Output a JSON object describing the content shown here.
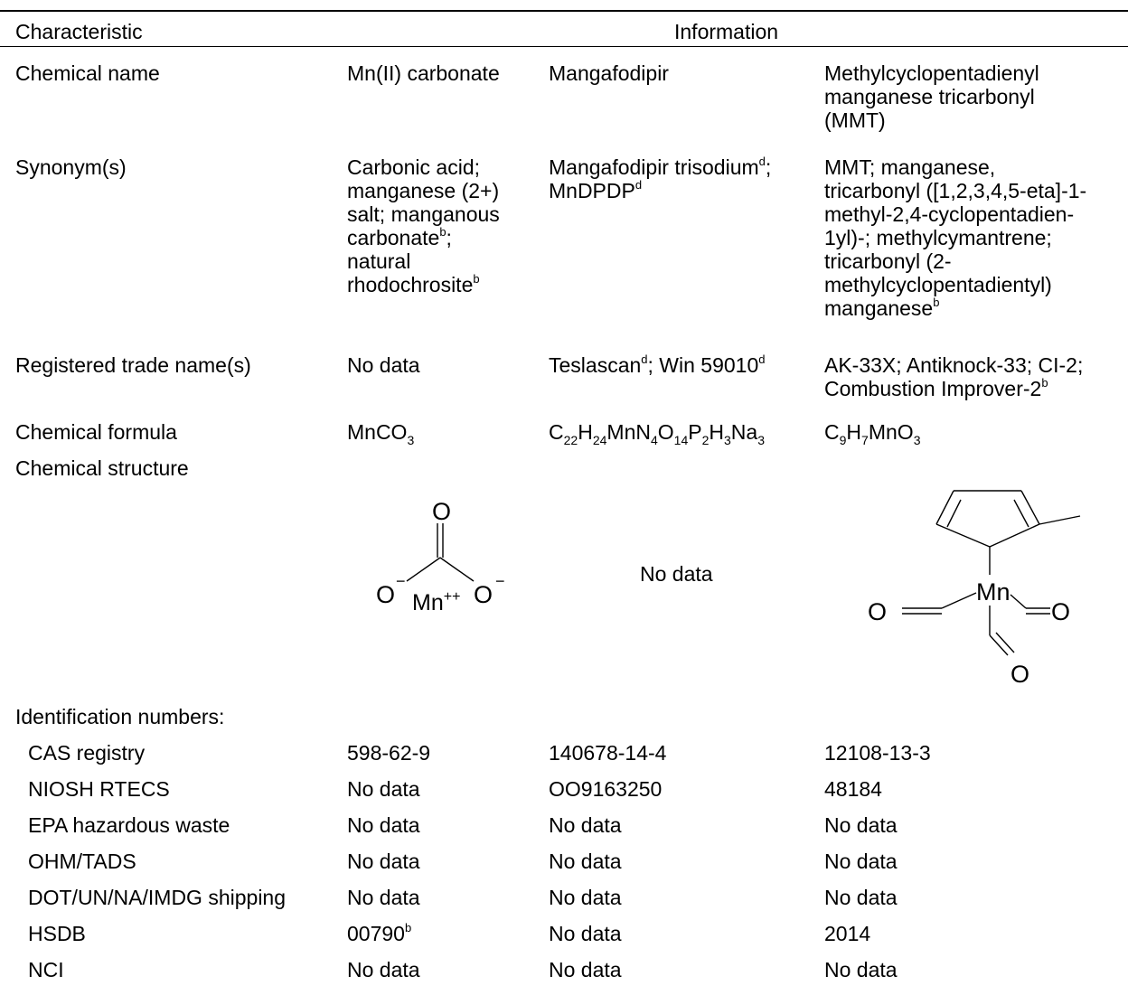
{
  "header": {
    "characteristic": "Characteristic",
    "information": "Information"
  },
  "rows": {
    "chemical_name": {
      "label": "Chemical name",
      "c1": "Mn(II) carbonate",
      "c2": "Mangafodipir",
      "c3": [
        "Methylcyclopentadienyl",
        "manganese tricarbonyl",
        "(MMT)"
      ]
    },
    "synonyms": {
      "label": "Synonym(s)"
    },
    "trade_names": {
      "label": "Registered trade name(s)",
      "c1": "No data"
    },
    "formula": {
      "label": "Chemical formula"
    },
    "structure": {
      "label": "Chemical structure",
      "c2": "No data"
    }
  },
  "synonyms": {
    "c1": [
      "Carbonic acid;",
      "manganese (2+)",
      "salt; manganous",
      "carbonate",
      ";",
      "natural",
      "rhodochrosite"
    ],
    "c1_sup": "b",
    "c2": [
      "Mangafodipir trisodium",
      "; ",
      "MnDPDP"
    ],
    "c2_sup": "d",
    "c3": [
      "MMT; manganese,",
      "tricarbonyl ([1,2,3,4,5-eta]-1-",
      "methyl-2,4-cyclopentadien-",
      "1yl)-; methylcymantrene;",
      "tricarbonyl (2-",
      "methylcyclopentadientyl)",
      "manganese"
    ],
    "c3_sup": "b"
  },
  "trade": {
    "c2": [
      "Teslascan",
      "; Win 59010"
    ],
    "c2_sup": "d",
    "c3": [
      "AK-33X; Antiknock-33; CI-2;",
      "Combustion Improver-2"
    ],
    "c3_sup": "b"
  },
  "formulas": {
    "c1": [
      "MnCO",
      "3"
    ],
    "c2": [
      "C",
      "22",
      "H",
      "24",
      "MnN",
      "4",
      "O",
      "14",
      "P",
      "2",
      "H",
      "3",
      "Na",
      "3"
    ],
    "c3": [
      "C",
      "9",
      "H",
      "7",
      "MnO",
      "3"
    ]
  },
  "structures": {
    "carbonate": {
      "o_top": "O",
      "o_left": "O",
      "o_right": "O",
      "charge": "−",
      "mn": "Mn",
      "mn_charge": "++"
    },
    "mmt": {
      "mn": "Mn",
      "o_left": "O",
      "o_right": "O",
      "o_bottom": "O"
    }
  },
  "identification": {
    "title": "Identification numbers:",
    "rows": [
      {
        "label": "CAS registry",
        "c1": "598-62-9",
        "c2": "140678-14-4",
        "c3": "12108-13-3"
      },
      {
        "label": "NIOSH RTECS",
        "c1": "No data",
        "c2": "OO9163250",
        "c3": "48184"
      },
      {
        "label": "EPA hazardous waste",
        "c1": "No data",
        "c2": "No data",
        "c3": "No data"
      },
      {
        "label": "OHM/TADS",
        "c1": "No data",
        "c2": "No data",
        "c3": "No data"
      },
      {
        "label": "DOT/UN/NA/IMDG shipping",
        "c1": "No data",
        "c2": "No data",
        "c3": "No data"
      },
      {
        "label": "HSDB",
        "c1": "00790",
        "c2": "No data",
        "c3": "2014"
      },
      {
        "label": "NCI",
        "c1": "No data",
        "c2": "No data",
        "c3": "No data"
      }
    ],
    "hsdb_sup": "b"
  }
}
